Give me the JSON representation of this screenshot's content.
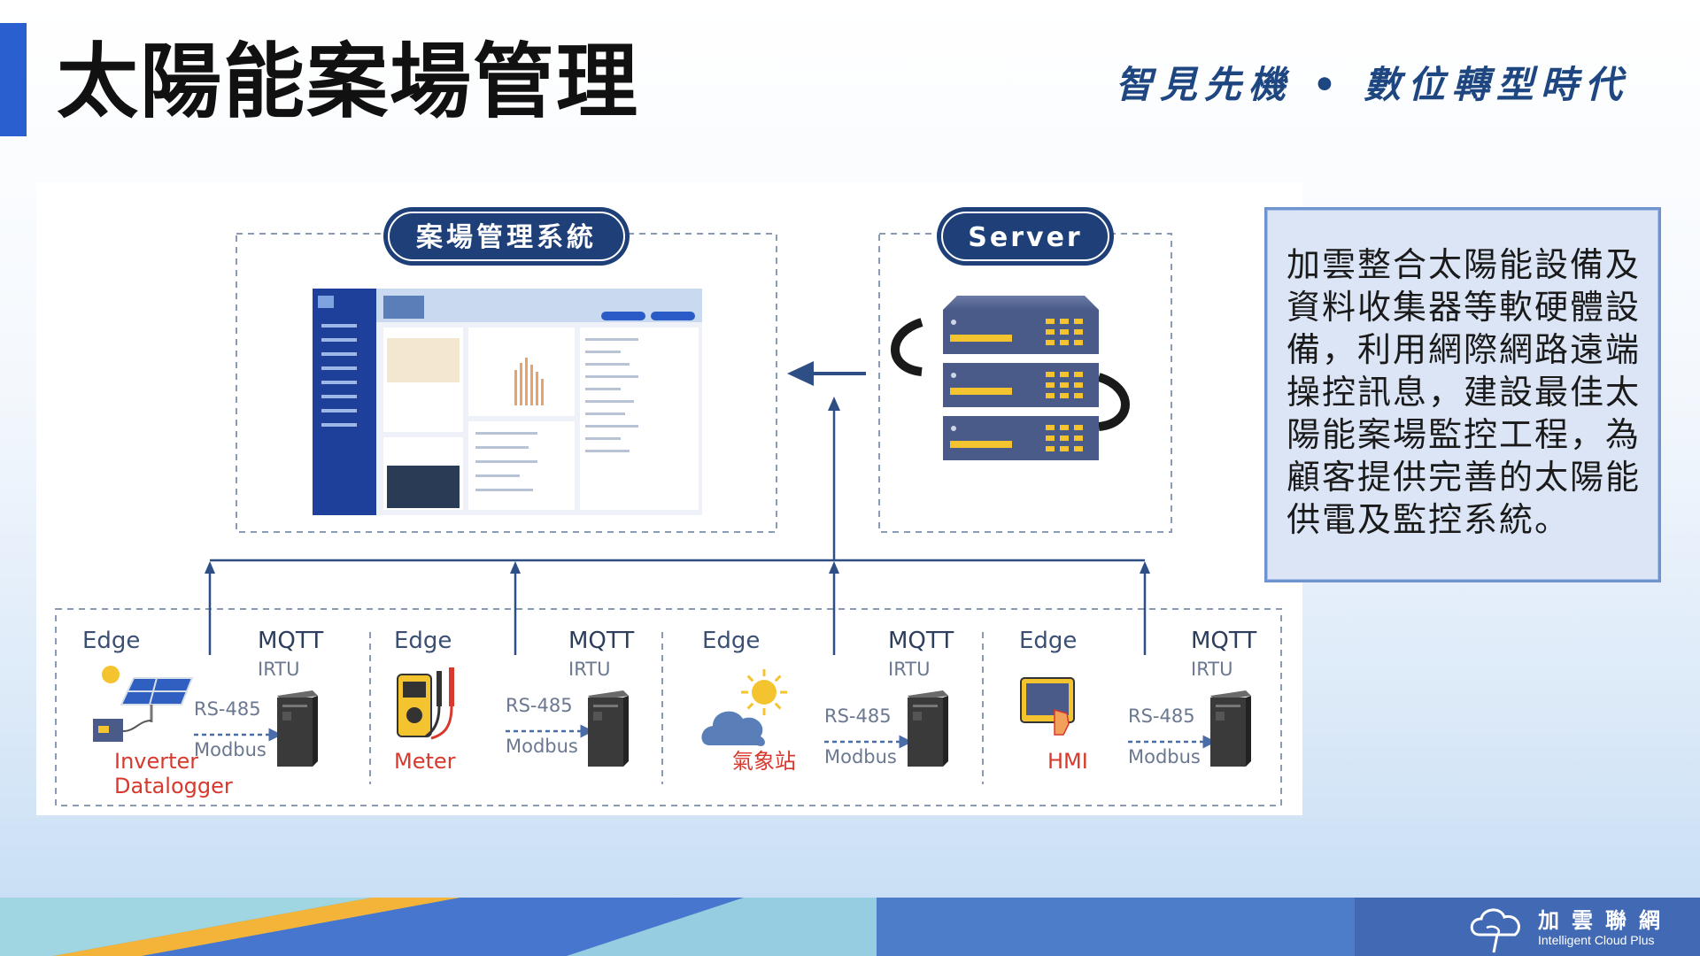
{
  "header": {
    "title": "太陽能案場管理",
    "tagline": "智見先機 • 數位轉型時代"
  },
  "diagram": {
    "system_label": "案場管理系統",
    "server_label": "Server",
    "edges": [
      {
        "edge_label": "Edge",
        "device_label": "Inverter",
        "device_label2": "Datalogger",
        "protocol_top": "RS-485",
        "protocol_bottom": "Modbus",
        "gateway_label": "MQTT",
        "gateway_sub": "IRTU",
        "icon": "solar-panel-icon"
      },
      {
        "edge_label": "Edge",
        "device_label": "Meter",
        "device_label2": "",
        "protocol_top": "RS-485",
        "protocol_bottom": "Modbus",
        "gateway_label": "MQTT",
        "gateway_sub": "IRTU",
        "icon": "multimeter-icon"
      },
      {
        "edge_label": "Edge",
        "device_label": "氣象站",
        "device_label2": "",
        "protocol_top": "RS-485",
        "protocol_bottom": "Modbus",
        "gateway_label": "MQTT",
        "gateway_sub": "IRTU",
        "icon": "weather-icon"
      },
      {
        "edge_label": "Edge",
        "device_label": "HMI",
        "device_label2": "",
        "protocol_top": "RS-485",
        "protocol_bottom": "Modbus",
        "gateway_label": "MQTT",
        "gateway_sub": "IRTU",
        "icon": "hmi-touch-icon"
      }
    ]
  },
  "description": "加雲整合太陽能設備及資料收集器等軟硬體設備，利用網際網路遠端操控訊息，建設最佳太陽能案場監控工程，為顧客提供完善的太陽能供電及監控系統。",
  "footer": {
    "logo_cn": "加雲聯網",
    "logo_en": "Intelligent Cloud Plus"
  },
  "colors": {
    "accent_blue": "#2a5fd0",
    "navy": "#1e3f78",
    "device_red": "#d9382c",
    "dash": "#8a9bb5"
  }
}
